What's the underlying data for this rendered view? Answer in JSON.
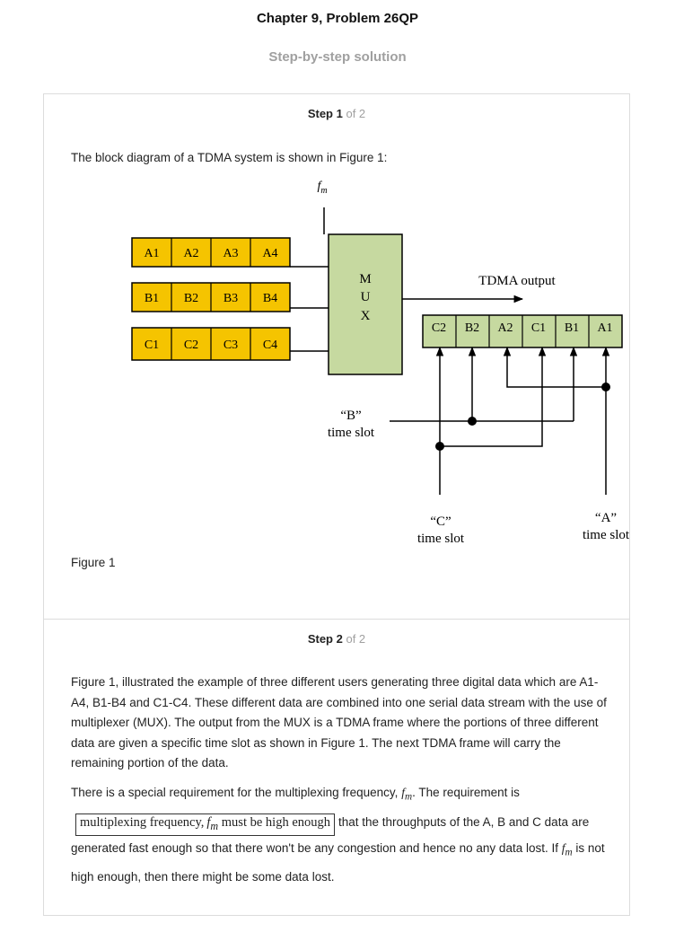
{
  "page": {
    "title": "Chapter 9, Problem 26QP",
    "subtitle": "Step-by-step solution"
  },
  "step1": {
    "label": "Step 1",
    "of": "of 2",
    "intro": "The block diagram of a TDMA system is shown in Figure 1:",
    "caption": "Figure 1"
  },
  "step2": {
    "label": "Step 2",
    "of": "of 2",
    "p1": "Figure 1, illustrated the example of three different users generating three digital data which are A1-A4, B1-B4 and C1-C4. These different data are combined into one serial data stream with the use of multiplexer (MUX). The output from the MUX is a TDMA frame where the portions of three different data are given a specific time slot as shown in Figure 1. The next TDMA frame will carry the remaining portion of the data.",
    "p2_a": "There is a special requirement for the multiplexing frequency,",
    "p2_fm": "f",
    "p2_sub": "m",
    "p2_b": ". The requirement is",
    "boxed_a": "multiplexing frequency,",
    "boxed_fm": "f",
    "boxed_sub": "m",
    "boxed_b": "must be high enough",
    "p2_c": "that the throughputs of the A, B and C data are generated fast enough so that there won't be any congestion and hence no any data lost. If",
    "p2_fm2": "f",
    "p2_sub2": "m",
    "p2_d": "is not high enough, then there might be some data lost."
  },
  "diagram": {
    "clock_label": "fm",
    "mux_letters": [
      "M",
      "U",
      "X"
    ],
    "input_rows": [
      [
        "A1",
        "A2",
        "A3",
        "A4"
      ],
      [
        "B1",
        "B2",
        "B3",
        "B4"
      ],
      [
        "C1",
        "C2",
        "C3",
        "C4"
      ]
    ],
    "output_label": "TDMA output",
    "frame": [
      "C2",
      "B2",
      "A2",
      "C1",
      "B1",
      "A1"
    ],
    "b_slot": [
      "“B”",
      "time slot"
    ],
    "c_slot": [
      "“C”",
      "time slot"
    ],
    "a_slot": [
      "“A”",
      "time slot"
    ],
    "colors": {
      "input_cell": "#f5c400",
      "mux": "#c6d9a0",
      "frame_cell": "#c6d9a0",
      "line": "#000000"
    }
  }
}
